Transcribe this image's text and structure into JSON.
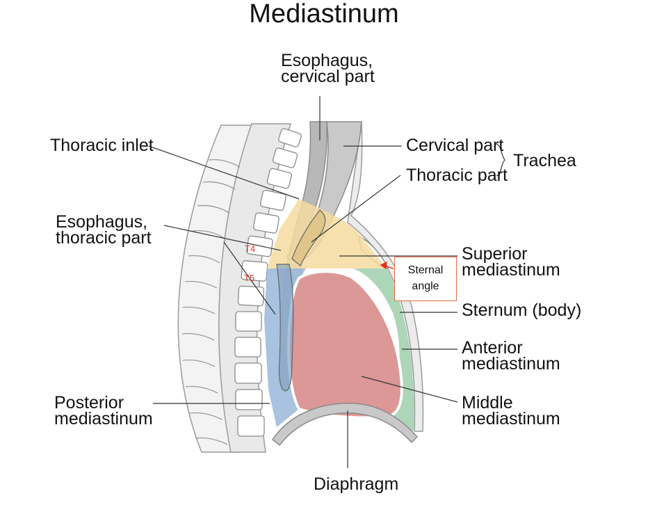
{
  "title": "Mediastinum",
  "labels": {
    "esophagus_cervical": "Esophagus,\ncervical part",
    "thoracic_inlet": "Thoracic inlet",
    "cervical_part": "Cervical part",
    "thoracic_part": "Thoracic part",
    "trachea": "Trachea",
    "esophagus_thoracic": "Esophagus,\nthoracic part",
    "superior_mediastinum": "Superior\nmediastinum",
    "sternum_body": "Sternum (body)",
    "anterior_mediastinum": "Anterior\nmediastinum",
    "posterior_mediastinum": "Posterior\nmediastinum",
    "middle_mediastinum": "Middle\nmediastinum",
    "diaphragm": "Diaphragm",
    "sternal_angle": "Sternal\nangle",
    "t4": "T4",
    "t5": "T5"
  },
  "colors": {
    "superior": "#f4dca0",
    "posterior": "#9fbbdb",
    "anterior": "#a9d3b4",
    "middle": "#dc9797",
    "highlight": "#e0311e"
  }
}
